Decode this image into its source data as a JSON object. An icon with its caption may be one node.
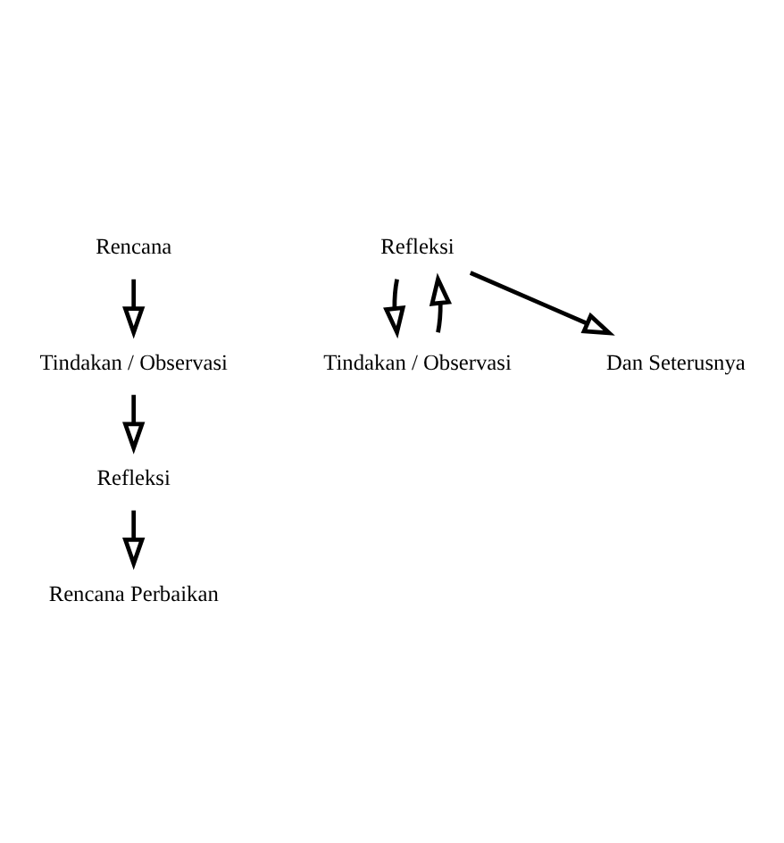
{
  "diagram": {
    "nodes": [
      {
        "text": [
          "Rencana"
        ]
      },
      {
        "text": [
          "Refleksi"
        ]
      },
      {
        "text": [
          "Tindakan / Observasi"
        ]
      },
      {
        "text": [
          "Rencana Perbaikan"
        ]
      },
      {
        "text": [
          "Refleksi"
        ]
      },
      {
        "text": [
          "Tindakan / Observasi"
        ]
      },
      {
        "text": [
          "Dan Seterusnya"
        ]
      }
    ],
    "edges": [
      {
        "from": 0,
        "to": 2,
        "arrow": "to"
      },
      {
        "from": 1,
        "to": 3,
        "arrow": "to"
      },
      {
        "from": 2,
        "to": 1,
        "arrow": "to"
      },
      {
        "from": 4,
        "to": 5,
        "arrow": "to"
      },
      {
        "from": 4,
        "to": 6,
        "arrow": "to"
      },
      {
        "from": 5,
        "to": 4,
        "arrow": "to"
      }
    ]
  }
}
